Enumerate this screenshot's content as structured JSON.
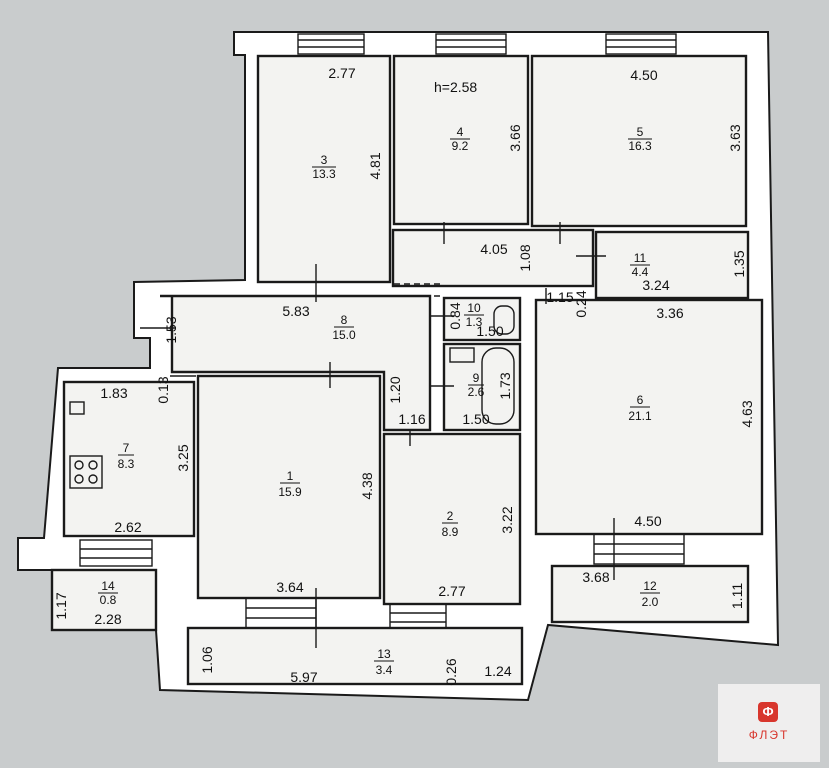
{
  "plan": {
    "ceiling_height": "h=2.58",
    "rooms": [
      {
        "id": "room-1",
        "number": "1",
        "area": "15.9"
      },
      {
        "id": "room-2",
        "number": "2",
        "area": "8.9"
      },
      {
        "id": "room-3",
        "number": "3",
        "area": "13.3"
      },
      {
        "id": "room-4",
        "number": "4",
        "area": "9.2"
      },
      {
        "id": "room-5",
        "number": "5",
        "area": "16.3"
      },
      {
        "id": "room-6",
        "number": "6",
        "area": "21.1"
      },
      {
        "id": "room-7",
        "number": "7",
        "area": "8.3"
      },
      {
        "id": "room-8",
        "number": "8",
        "area": "15.0"
      },
      {
        "id": "room-9",
        "number": "9",
        "area": "2.6"
      },
      {
        "id": "room-10",
        "number": "10",
        "area": "1.3"
      },
      {
        "id": "room-11",
        "number": "11",
        "area": "4.4"
      },
      {
        "id": "room-12",
        "number": "12",
        "area": "2.0"
      },
      {
        "id": "room-13",
        "number": "13",
        "area": "3.4"
      },
      {
        "id": "room-14",
        "number": "14",
        "area": "0.8"
      }
    ],
    "dimensions": [
      "2.77",
      "4.81",
      "3.66",
      "4.50",
      "3.63",
      "4.05",
      "1.08",
      "1.35",
      "3.24",
      "1.15",
      "0.24",
      "3.36",
      "5.83",
      "1.53",
      "0.84",
      "1.50",
      "1.83",
      "0.13",
      "1.20",
      "1.73",
      "1.16",
      "1.50",
      "3.25",
      "4.38",
      "3.22",
      "4.63",
      "2.62",
      "4.50",
      "3.64",
      "2.77",
      "3.68",
      "1.11",
      "1.17",
      "2.28",
      "1.06",
      "5.97",
      "0.26",
      "1.24"
    ]
  },
  "brand": {
    "mark": "Ф",
    "name": "ФЛЭТ"
  },
  "colors": {
    "background": "#c9cccd",
    "wall": "#ffffff",
    "line": "#1a1a1a",
    "brand": "#d8362d"
  }
}
